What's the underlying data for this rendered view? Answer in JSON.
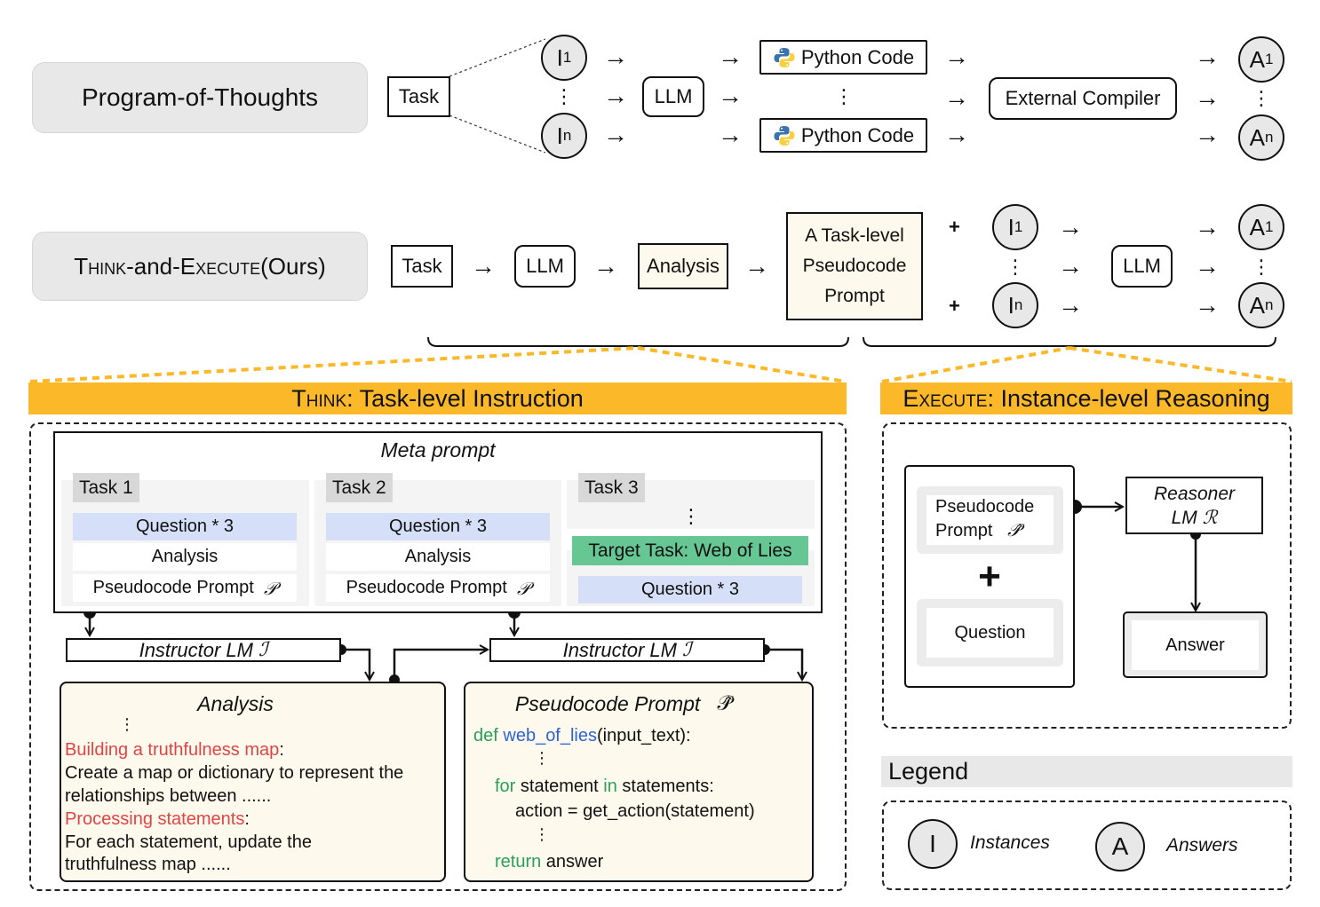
{
  "pot": {
    "label": "Program-of-Thoughts",
    "task": "Task",
    "instance_first": "I",
    "instance_first_sub": "1",
    "instance_last": "I",
    "instance_last_sub": "n",
    "llm": "LLM",
    "code_label": "Python Code",
    "code_icon": "python-logo-icon",
    "compiler": "External Compiler",
    "answer_first": "A",
    "answer_first_sub": "1",
    "answer_last": "A",
    "answer_last_sub": "n",
    "arrow": "→",
    "ellipsis": "⋮"
  },
  "tae": {
    "label_think": "Think",
    "label_mid": "-and-",
    "label_execute": "Execute",
    "label_suffix": " (Ours)",
    "task": "Task",
    "llm": "LLM",
    "analysis": "Analysis",
    "prompt_line1": "A Task-level",
    "prompt_line2": "Pseudocode",
    "prompt_line3": "Prompt",
    "plus": "+",
    "instance_first": "I",
    "instance_first_sub": "1",
    "instance_last": "I",
    "instance_last_sub": "n",
    "llm2": "LLM",
    "answer_first": "A",
    "answer_first_sub": "1",
    "answer_last": "A",
    "answer_last_sub": "n",
    "arrow": "→",
    "ellipsis": "⋮"
  },
  "think": {
    "banner_sc": "Think",
    "banner_rest": ": Task-level Instruction",
    "meta_prompt": "Meta prompt",
    "tasks": [
      {
        "name": "Task 1",
        "rows": [
          "Question * 3",
          "Analysis",
          "Pseudocode Prompt"
        ],
        "math": "𝒫"
      },
      {
        "name": "Task 2",
        "rows": [
          "Question * 3",
          "Analysis",
          "Pseudocode Prompt"
        ],
        "math": "𝒫"
      },
      {
        "name": "Task 3",
        "ellipsis": "⋮",
        "target": "Target Task: Web of Lies",
        "target_question": "Question * 3"
      }
    ],
    "instructor": "Instructor LM",
    "instructor_math": "ℐ",
    "analysis_panel": {
      "title": "Analysis",
      "ellipsis": "⋮",
      "heading1": "Building a truthfulness map",
      "colon": ":",
      "body1_line1": "Create a map or dictionary to represent the",
      "body1_line2": "relationships between ......",
      "heading2": "Processing statements",
      "body2_line1": "For each statement, update the",
      "body2_line2": "truthfulness map ......"
    },
    "pseudo_panel": {
      "title": "Pseudocode Prompt",
      "title_math": "𝒫̂",
      "kw_def": "def",
      "fn_name": "web_of_lies",
      "fn_args": "(input_text):",
      "ellipsis": "⋮",
      "kw_for": "for",
      "for_var": " statement ",
      "kw_in": "in",
      "for_rest": " statements:",
      "action_line": "action = get_action(statement)",
      "kw_return": "return",
      "return_rest": " answer"
    }
  },
  "execute": {
    "banner_sc": "Execute",
    "banner_rest": ": Instance-level Reasoning",
    "pseudo_line1": "Pseudocode",
    "pseudo_line2": "Prompt",
    "pseudo_math": "𝒫̂",
    "plus": "+",
    "question": "Question",
    "reasoner_line1": "Reasoner",
    "reasoner_line2": "LM",
    "reasoner_math": "ℛ",
    "answer": "Answer"
  },
  "legend": {
    "title": "Legend",
    "instance_glyph": "I",
    "instance_label": "Instances",
    "answer_glyph": "A",
    "answer_label": "Answers"
  },
  "colors": {
    "banner": "#fbb829",
    "cream": "#fdf9ec",
    "question_row": "#d5e0f8",
    "target_row": "#67c794",
    "red_text": "#e04545",
    "green_kw": "#2aa05a",
    "blue_fn": "#2e63d6"
  }
}
